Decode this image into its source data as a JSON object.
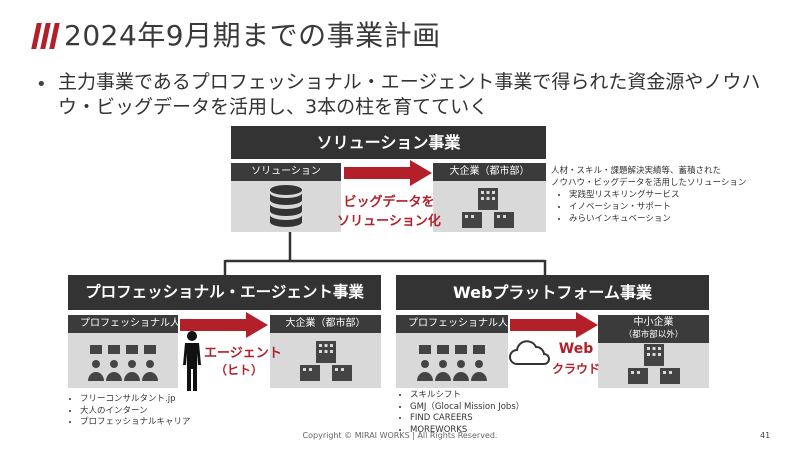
{
  "header": {
    "title": "2024年9月期までの事業計画"
  },
  "bullet": {
    "text": "主力事業であるプロフェッショナル・エージェント事業で得られた資金源やノウハウ・ビッグデータを活用し、3本の柱を育てていく"
  },
  "solution": {
    "title": "ソリューション事業",
    "left_label": "ソリューション",
    "right_label": "大企業（都市部）",
    "arrow_text_1": "ビッグデータを",
    "arrow_text_2": "ソリューション化",
    "desc_1": "人材・スキル・課題解決実績等、蓄積された",
    "desc_2": "ノウハウ・ビッグデータを活用したソリューション",
    "items": [
      "実践型リスキリングサービス",
      "イノベーション・サポート",
      "みらいインキュベーション"
    ]
  },
  "agent": {
    "title": "プロフェッショナル・エージェント事業",
    "left_label": "プロフェッショナル人材",
    "right_label": "大企業（都市部）",
    "arrow_text_1": "エージェント",
    "arrow_text_2": "（ヒト）",
    "items": [
      "フリーコンサルタント.jp",
      "大人のインターン",
      "プロフェッショナルキャリア"
    ]
  },
  "web": {
    "title": "Webプラットフォーム事業",
    "left_label": "プロフェッショナル人材",
    "right_label_1": "中小企業",
    "right_label_2": "（都市部以外）",
    "arrow_text_1": "Web",
    "arrow_text_2": "クラウド",
    "items": [
      "スキルシフト",
      "GMJ（Glocal Mission Jobs）",
      "FIND CAREERS",
      "MOREWORKS"
    ]
  },
  "footer": {
    "copyright": "Copyright © MIRAI WORKS | All Rights Reserved.",
    "page": "41"
  },
  "colors": {
    "accent": "#b3202a",
    "dark": "#333333",
    "panel": "#d9d9d9"
  }
}
